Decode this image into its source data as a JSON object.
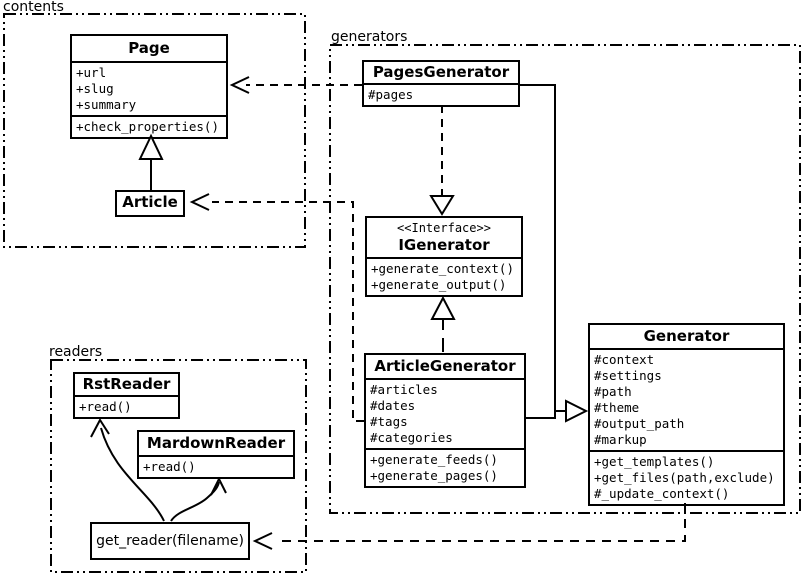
{
  "packages": {
    "contents": {
      "label": "contents"
    },
    "generators": {
      "label": "generators"
    },
    "readers": {
      "label": "readers"
    }
  },
  "classes": {
    "page": {
      "title": "Page",
      "attributes": [
        "+url",
        "+slug",
        "+summary"
      ],
      "methods": [
        "+check_properties()"
      ]
    },
    "article": {
      "title": "Article"
    },
    "pages_generator": {
      "title": "PagesGenerator",
      "attributes": [
        "#pages"
      ]
    },
    "igenerator": {
      "stereotype": "<<Interface>>",
      "title": "IGenerator",
      "methods": [
        "+generate_context()",
        "+generate_output()"
      ]
    },
    "article_generator": {
      "title": "ArticleGenerator",
      "attributes": [
        "#articles",
        "#dates",
        "#tags",
        "#categories"
      ],
      "methods": [
        "+generate_feeds()",
        "+generate_pages()"
      ]
    },
    "generator": {
      "title": "Generator",
      "attributes": [
        "#context",
        "#settings",
        "#path",
        "#theme",
        "#output_path",
        "#markup"
      ],
      "methods": [
        "+get_templates()",
        "+get_files(path,exclude)",
        "#_update_context()"
      ]
    },
    "rst_reader": {
      "title": "RstReader",
      "methods": [
        "+read()"
      ]
    },
    "mardown_reader": {
      "title": "MardownReader",
      "methods": [
        "+read()"
      ]
    },
    "get_reader": {
      "label": "get_reader(filename)"
    }
  },
  "relationships": [
    {
      "from": "Article",
      "to": "Page",
      "type": "inheritance"
    },
    {
      "from": "PagesGenerator",
      "to": "Page",
      "type": "dependency"
    },
    {
      "from": "PagesGenerator",
      "to": "IGenerator",
      "type": "realization"
    },
    {
      "from": "ArticleGenerator",
      "to": "IGenerator",
      "type": "realization"
    },
    {
      "from": "PagesGenerator",
      "to": "Generator",
      "type": "inheritance"
    },
    {
      "from": "ArticleGenerator",
      "to": "Generator",
      "type": "inheritance"
    },
    {
      "from": "ArticleGenerator",
      "to": "Article",
      "type": "dependency"
    },
    {
      "from": "Generator",
      "to": "get_reader(filename)",
      "type": "dependency"
    },
    {
      "from": "get_reader(filename)",
      "to": "RstReader",
      "type": "call"
    },
    {
      "from": "get_reader(filename)",
      "to": "MardownReader",
      "type": "call"
    }
  ],
  "colors": {
    "line": "#000000",
    "background": "#ffffff",
    "box_fill": "#ffffff"
  }
}
